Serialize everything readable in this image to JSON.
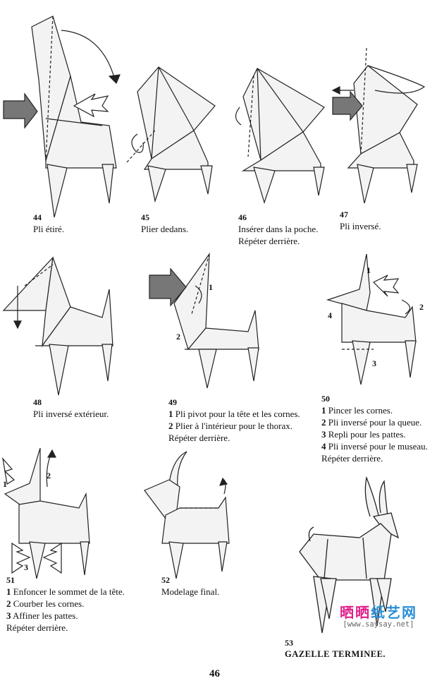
{
  "steps": [
    {
      "number": "44",
      "lines": [
        "Pli étiré."
      ]
    },
    {
      "number": "45",
      "lines": [
        "Plier dedans."
      ]
    },
    {
      "number": "46",
      "lines": [
        "Insérer dans la poche.",
        "Répéter derrière."
      ]
    },
    {
      "number": "47",
      "lines": [
        "Pli inversé."
      ]
    },
    {
      "number": "48",
      "lines": [
        "Pli inversé extérieur."
      ]
    },
    {
      "number": "49",
      "lines": [
        {
          "marker": "1",
          "text": "Pli pivot pour la tête et les cornes."
        },
        {
          "marker": "2",
          "text": "Plier à l'intérieur pour le thorax."
        },
        {
          "marker": "",
          "text": "Répéter derrière."
        }
      ]
    },
    {
      "number": "50",
      "lines": [
        {
          "marker": "1",
          "text": "Pincer les cornes."
        },
        {
          "marker": "2",
          "text": "Pli inversé pour la queue."
        },
        {
          "marker": "3",
          "text": "Repli pour les pattes."
        },
        {
          "marker": "4",
          "text": "Pli inversé pour le museau."
        },
        {
          "marker": "",
          "text": "Répéter derrière."
        }
      ]
    },
    {
      "number": "51",
      "lines": [
        {
          "marker": "1",
          "text": "Enfoncer le sommet de la tête."
        },
        {
          "marker": "2",
          "text": "Courber les cornes."
        },
        {
          "marker": "3",
          "text": "Affiner les pattes."
        },
        {
          "marker": "",
          "text": "Répéter derrière."
        }
      ]
    },
    {
      "number": "52",
      "lines": [
        "Modelage final."
      ]
    },
    {
      "number": "53",
      "lines": [
        "GAZELLE TERMINEE."
      ]
    }
  ],
  "diagram_labels": {
    "s49": [
      "1",
      "2"
    ],
    "s50": [
      "1",
      "2",
      "3",
      "4"
    ],
    "s51": [
      "1",
      "2",
      "3"
    ]
  },
  "page_number": "46",
  "watermark": {
    "part1": "晒晒",
    "part2": "纸艺网",
    "url": "[www.saysay.net]"
  }
}
